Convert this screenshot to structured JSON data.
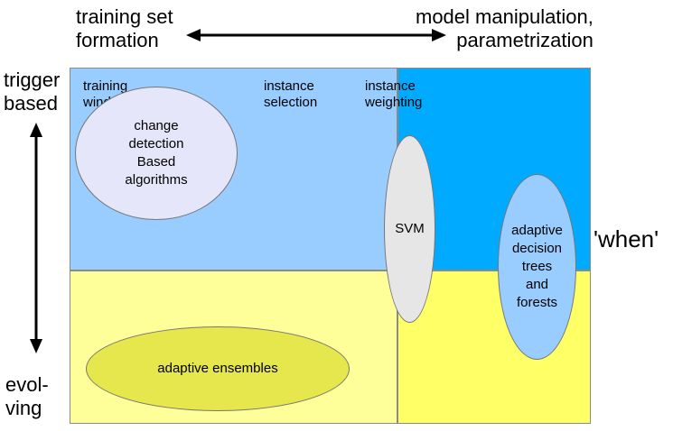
{
  "top_axis": {
    "left_label": "training set\nformation",
    "right_label": "model manipulation,\nparametrization"
  },
  "left_axis": {
    "top_label": "trigger\nbased",
    "bottom_label": "evol-\nving"
  },
  "right_label": "'when'",
  "region_labels": {
    "training_windows": "training\nwindows",
    "instance_selection": "instance\nselection",
    "instance_weighting": "instance\nweighting"
  },
  "ellipses": {
    "change_detection": "change\ndetection\nBased\nalgorithms",
    "svm": "SVM",
    "adaptive_trees": "adaptive\ndecision\ntrees\nand\nforests",
    "adaptive_ensembles": "adaptive ensembles"
  },
  "colors": {
    "top_left": "#99ccff",
    "top_right": "#00aaff",
    "bottom": "#ffff99",
    "bottom_right": "#ffff66",
    "change_detection_fill": "#e6e6fa",
    "svm_fill": "#e6e6e6",
    "trees_fill": "#99ccff",
    "ensembles_fill": "#e6e64d"
  }
}
